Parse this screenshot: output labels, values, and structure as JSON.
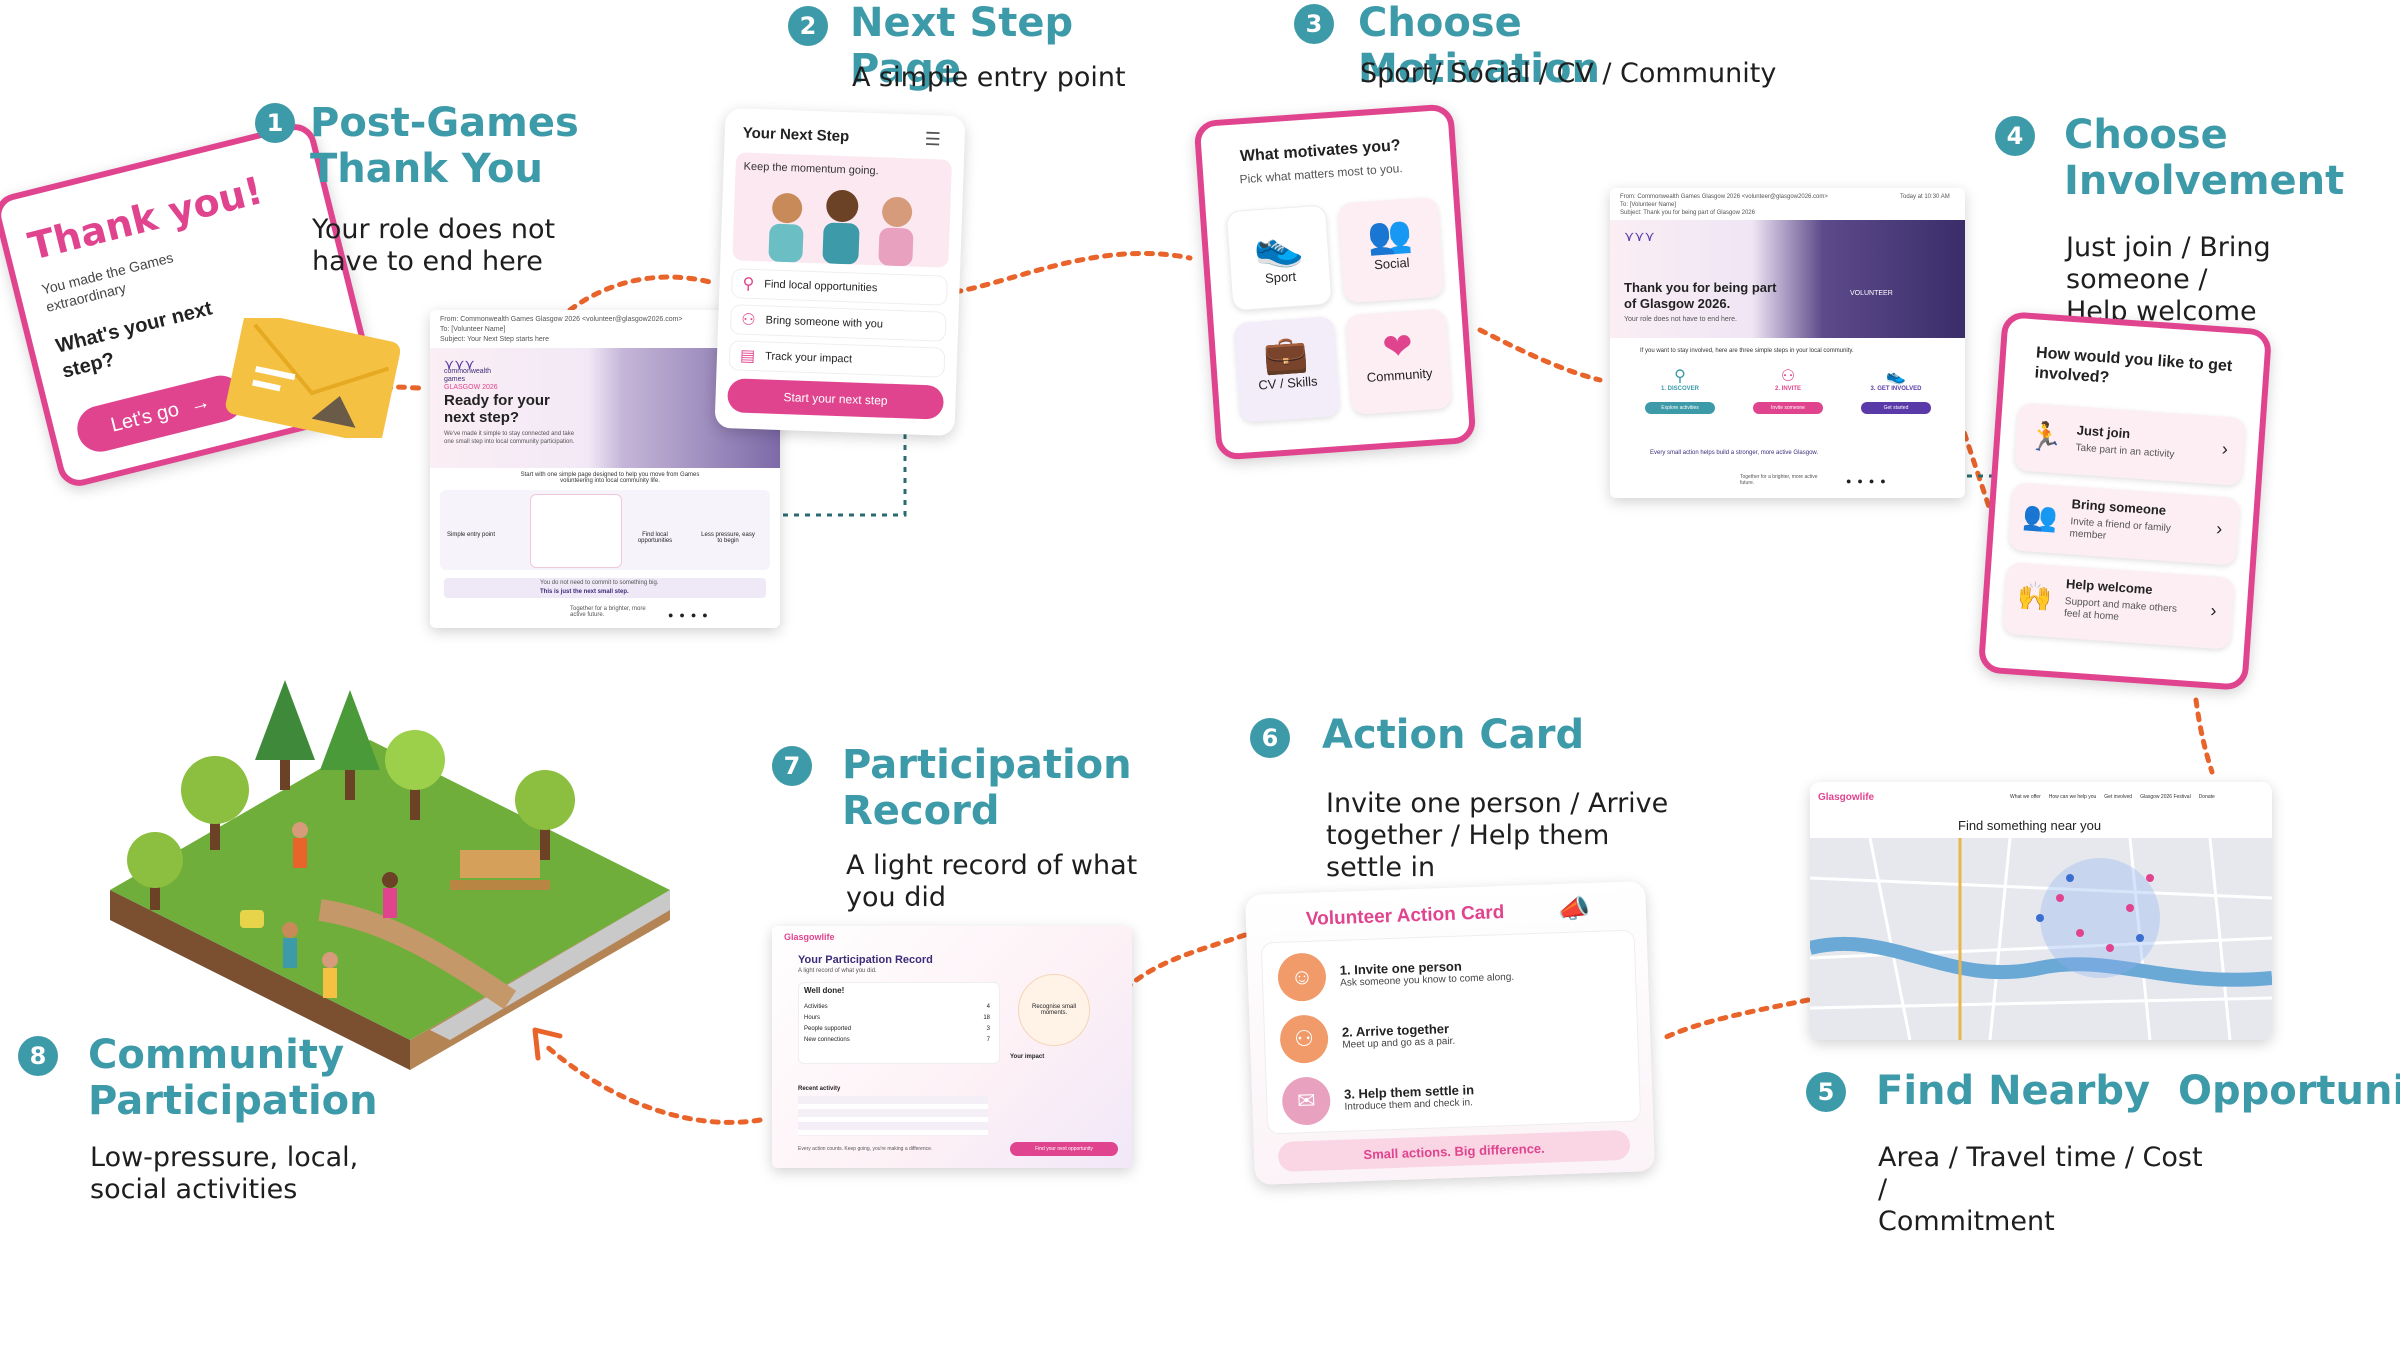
{
  "steps": [
    {
      "num": "1",
      "title": "Post-Games\nThank You",
      "desc": "Your role does not have to end here"
    },
    {
      "num": "2",
      "title": "Next Step Page",
      "desc": "A simple entry point"
    },
    {
      "num": "3",
      "title": "Choose Motivation",
      "desc": "Sport/ Social / CV / Community"
    },
    {
      "num": "4",
      "title": "Choose\nInvolvement",
      "desc": "Just join / Bring someone /\nHelp welcome"
    },
    {
      "num": "5",
      "title": "Find Nearby  Opportunity",
      "desc": "Area / Travel time / Cost /\nCommitment"
    },
    {
      "num": "6",
      "title": "Action Card",
      "desc": "Invite one person / Arrive together / Help them settle in"
    },
    {
      "num": "7",
      "title": "Participation\nRecord",
      "desc": "A light record of what you did"
    },
    {
      "num": "8",
      "title": "Community\nParticipation",
      "desc": "Low-pressure, local,\nsocial activities"
    }
  ],
  "thank_card": {
    "heading": "Thank you!",
    "line1": "You made the Games",
    "line2": "extraordinary",
    "question": "What's your next step?",
    "button": "Let's go"
  },
  "email1": {
    "from_label": "From:",
    "from_value": "Commonwealth Games Glasgow 2026 <volunteer@glasgow2026.com>",
    "to_label": "To:",
    "to_value": "[Volunteer Name]",
    "subject_label": "Subject:",
    "subject_value": "Your Next Step starts here",
    "logo_line1": "commonwealth",
    "logo_line2": "games",
    "logo_line3": "GLASGOW 2026",
    "headline": "Ready for your next step?",
    "body": "We've made it simple to stay connected and take one small step into local community participation.",
    "intro": "Start with one simple page designed to help you move from Games volunteering into local community life.",
    "col1": "Simple entry point",
    "col2": "Find local opportunities",
    "col3": "Less pressure, easy to begin",
    "note1": "You do not need to commit to something big.",
    "note2": "This is just the next small step.",
    "footer": "Together for a brighter, more active future."
  },
  "next_page": {
    "title": "Your Next Step",
    "subtitle": "Keep the momentum going.",
    "items": [
      "Find local opportunities",
      "Bring someone with you",
      "Track your impact"
    ],
    "button": "Start your next step"
  },
  "motivation": {
    "title": "What motivates you?",
    "subtitle": "Pick what matters most to you.",
    "options": [
      "Sport",
      "Social",
      "CV / Skills",
      "Community"
    ]
  },
  "email2": {
    "from_value": "Commonwealth Games Glasgow 2026 <volunteer@glasgow2026.com>",
    "time": "Today at 10:30 AM",
    "to_value": "[Volunteer Name]",
    "subject_value": "Thank you for being part of Glasgow 2026",
    "headline": "Thank you for being part of Glasgow 2026.",
    "sub": "Your role does not have to end here.",
    "banner_text": "VOLUNTEER",
    "intro": "If you want to stay involved, here are three simple steps in your local community.",
    "steps": [
      {
        "t": "1. DISCOVER",
        "b": "Explore activities"
      },
      {
        "t": "2. INVITE",
        "b": "Invite someone"
      },
      {
        "t": "3. GET INVOLVED",
        "b": "Get started"
      }
    ],
    "closing": "Every small action helps build a stronger, more active Glasgow.",
    "footer": "Together for a brighter, more active future."
  },
  "involvement": {
    "title": "How would you like to get involved?",
    "options": [
      {
        "t": "Just join",
        "s": "Take part in an activity"
      },
      {
        "t": "Bring someone",
        "s": "Invite a friend or family member"
      },
      {
        "t": "Help welcome",
        "s": "Support and make others feel at home"
      }
    ]
  },
  "map_page": {
    "brand": "Glasgowlife",
    "nav": [
      "What we offer",
      "How can we help you",
      "Get involved",
      "Glasgow 2026 Festival",
      "Donate"
    ],
    "heading": "Find something near you"
  },
  "action_card": {
    "title": "Volunteer Action Card",
    "items": [
      {
        "t": "1. Invite one person",
        "s": "Ask someone you know to come along."
      },
      {
        "t": "2. Arrive together",
        "s": "Meet up and go as a pair."
      },
      {
        "t": "3. Help them settle in",
        "s": "Introduce them and check in."
      }
    ],
    "footer": "Small actions. Big difference."
  },
  "record": {
    "brand": "Glasgowlife",
    "title": "Your Participation Record",
    "subtitle": "A light record of what you did.",
    "well_done": "Well done!",
    "stats": [
      {
        "k": "Activities",
        "v": "4"
      },
      {
        "k": "Hours",
        "v": "18"
      },
      {
        "k": "People supported",
        "v": "3"
      },
      {
        "k": "New connections",
        "v": "7"
      }
    ],
    "recognise": "Recognise small moments.",
    "recent": "Recent activity",
    "impact": "Your impact",
    "banner": "Every action counts. Keep going, you're making a difference.",
    "cta": "Find your next opportunity"
  },
  "colors": {
    "teal": "#3d9aa8",
    "pink": "#e0448e",
    "orange": "#e8642a"
  }
}
